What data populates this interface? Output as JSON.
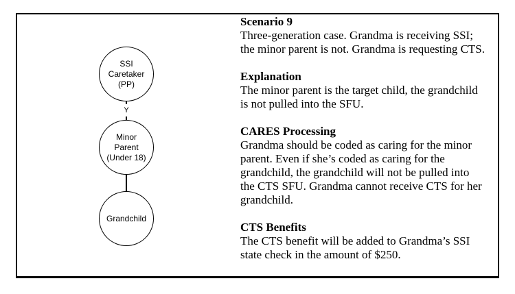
{
  "page": {
    "background": "#ffffff",
    "frame_border_color": "#000000",
    "text_color": "#000000"
  },
  "diagram": {
    "nodes": [
      {
        "id": "ssi-caretaker",
        "label": "SSI\nCaretaker\n(PP)"
      },
      {
        "id": "minor-parent",
        "label": "Minor\nParent\n(Under 18)"
      },
      {
        "id": "grandchild",
        "label": "Grandchild"
      }
    ],
    "connectors": [
      {
        "from": "ssi-caretaker",
        "to": "minor-parent",
        "style": "dashed",
        "label": "Y"
      },
      {
        "from": "minor-parent",
        "to": "grandchild",
        "style": "solid",
        "label": ""
      }
    ]
  },
  "text": {
    "sections": [
      {
        "heading": "Scenario 9",
        "body": "Three-generation case. Grandma is receiving SSI; the minor parent is not. Grandma is requesting CTS."
      },
      {
        "heading": "Explanation",
        "body": "The minor parent is the target child, the grandchild is not pulled into the SFU."
      },
      {
        "heading": "CARES Processing",
        "body": "Grandma should be coded as caring for the minor parent. Even if she’s coded as caring for the grandchild, the grandchild will not be pulled into the CTS SFU. Grandma cannot receive CTS for her grandchild."
      },
      {
        "heading": "CTS Benefits",
        "body": "The CTS benefit will be added to Grandma’s SSI state check in the amount of $250."
      }
    ]
  }
}
